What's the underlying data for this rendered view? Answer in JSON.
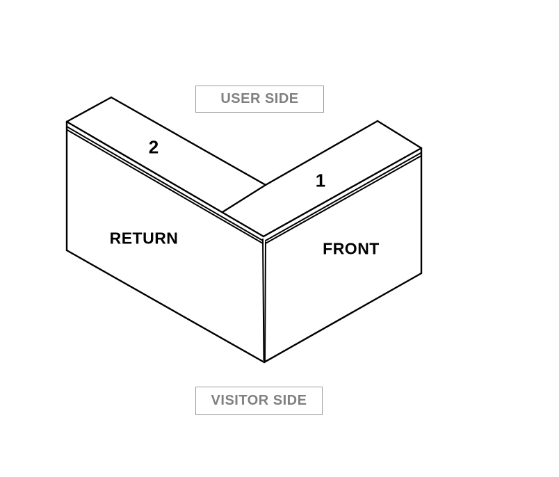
{
  "diagram": {
    "labels": {
      "user_side": "USER SIDE",
      "visitor_side": "VISITOR SIDE",
      "return_face": "RETURN",
      "front_face": "FRONT",
      "surface_1": "1",
      "surface_2": "2"
    },
    "colors": {
      "line": "#000000",
      "side_label_text": "#808080",
      "side_label_border": "#9c9c9c",
      "background": "#ffffff"
    }
  }
}
